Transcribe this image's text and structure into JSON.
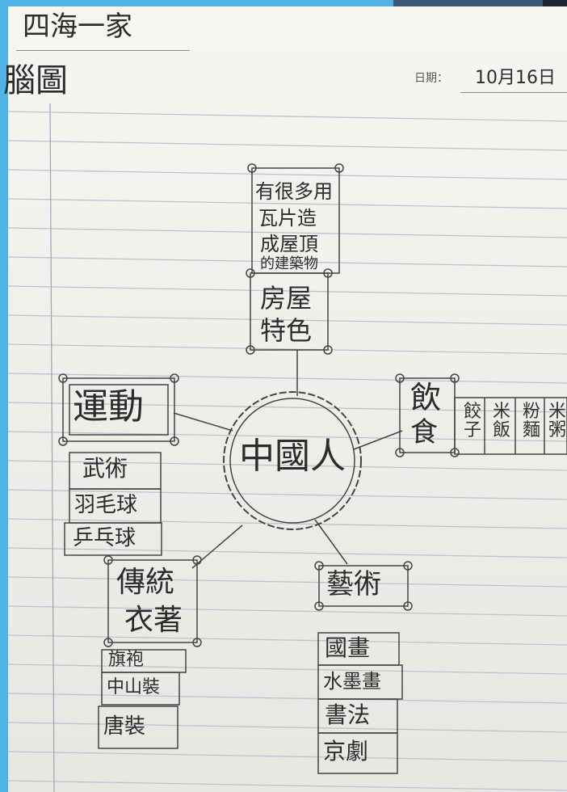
{
  "header": {
    "title": "四海一家",
    "subtitle": "腦圖",
    "date_label": "日期：",
    "date_value": "10月16日"
  },
  "mindmap": {
    "center": "中國人",
    "branches": {
      "housing": {
        "label_line1": "房屋",
        "label_line2": "特色",
        "details": [
          "有很多用",
          "瓦片造",
          "成屋頂",
          "的建築物"
        ]
      },
      "sports": {
        "label": "運動",
        "items": [
          "武術",
          "羽毛球",
          "乒乓球"
        ]
      },
      "food": {
        "label_line1": "飲",
        "label_line2": "食",
        "items": [
          {
            "top": "餃",
            "bottom": "子"
          },
          {
            "top": "米",
            "bottom": "飯"
          },
          {
            "top": "粉",
            "bottom": "麵"
          },
          {
            "top": "米",
            "bottom": "粥"
          }
        ]
      },
      "clothing": {
        "label_line1": "傳統",
        "label_line2": "衣著",
        "items": [
          "旗袍",
          "中山裝",
          "唐裝"
        ]
      },
      "arts": {
        "label": "藝術",
        "items": [
          "國畫",
          "水墨畫",
          "書法",
          "京劇"
        ]
      }
    }
  },
  "colors": {
    "background": "#4fb3e6",
    "paper": "#f6f5f0",
    "ruled_line": "#b9c3d6",
    "margin_line": "#9aa4b8",
    "ink": "#3a3a3a"
  }
}
